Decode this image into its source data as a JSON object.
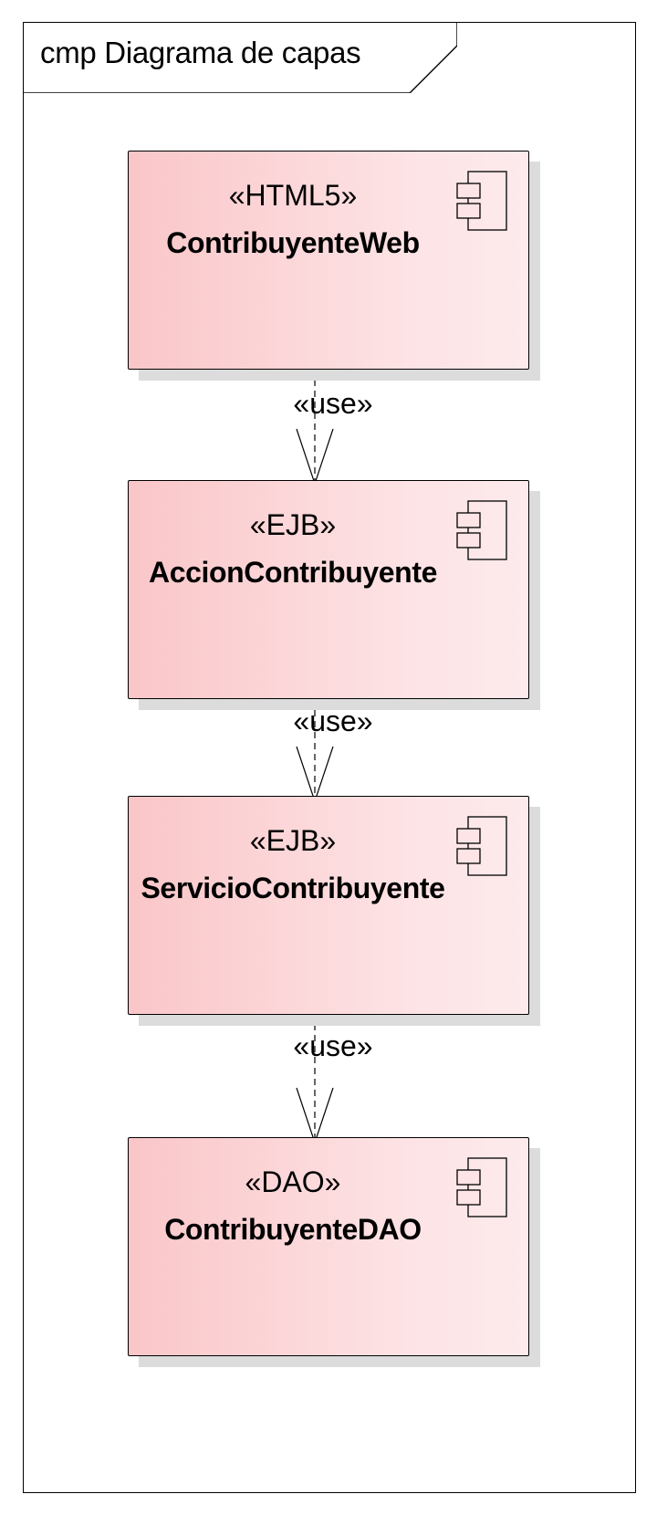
{
  "diagram": {
    "title": "cmp Diagrama de capas"
  },
  "components": [
    {
      "stereotype": "«HTML5»",
      "name": "ContribuyenteWeb"
    },
    {
      "stereotype": "«EJB»",
      "name": "AccionContribuyente"
    },
    {
      "stereotype": "«EJB»",
      "name": "ServicioContribuyente"
    },
    {
      "stereotype": "«DAO»",
      "name": "ContribuyenteDAO"
    }
  ],
  "dependencies": [
    {
      "label": "«use»"
    },
    {
      "label": "«use»"
    },
    {
      "label": "«use»"
    }
  ],
  "colors": {
    "component_fill_start": "#fac6c8",
    "component_fill_end": "#fdeaec",
    "shadow": "#dcdcdc",
    "stroke": "#000000"
  }
}
